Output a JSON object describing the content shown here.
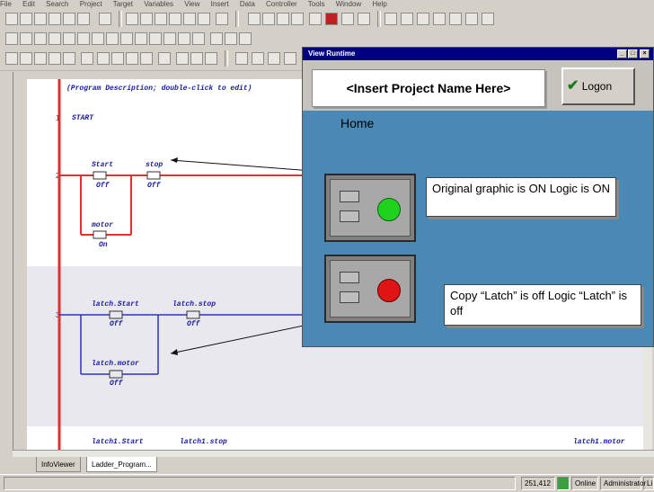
{
  "menu": [
    "File",
    "Edit",
    "Search",
    "Project",
    "Target",
    "Variables",
    "View",
    "Insert",
    "Data",
    "Controller",
    "Tools",
    "Window",
    "Help"
  ],
  "ladder": {
    "description": "(Program Description; double-click to edit)",
    "rungs": [
      {
        "number": "1",
        "label": "START"
      },
      {
        "number": "2",
        "contacts": [
          {
            "name": "Start",
            "state": "Off"
          },
          {
            "name": "stop",
            "state": "Off"
          },
          {
            "name": "motor",
            "state": "On"
          }
        ]
      },
      {
        "number": "3",
        "contacts": [
          {
            "name": "latch.Start",
            "state": "Off"
          },
          {
            "name": "latch.stop",
            "state": "Off"
          },
          {
            "name": "latch.motor",
            "state": "Off"
          }
        ]
      }
    ],
    "partial_labels": [
      "latch1.Start",
      "latch1.stop",
      "latch1.motor"
    ]
  },
  "runtime": {
    "title": "View Runtime",
    "project_name": "<Insert Project Name Here>",
    "logon_label": "Logon",
    "page_title": "Home",
    "indicator_1_color": "#1ed21e",
    "indicator_2_color": "#e01414"
  },
  "notes": {
    "note1": "Original graphic  is ON Logic is ON",
    "note2": "Copy “Latch” is off Logic “Latch” is off"
  },
  "tabs": [
    "InfoViewer",
    "Ladder_Program..."
  ],
  "status": {
    "coords": "251,412",
    "mode": "Online",
    "user": "Administrator",
    "extra": "Li"
  },
  "colors": {
    "rail": "#e03030",
    "wire3": "#3030c0",
    "highlight_row": "#e8e8ee"
  }
}
